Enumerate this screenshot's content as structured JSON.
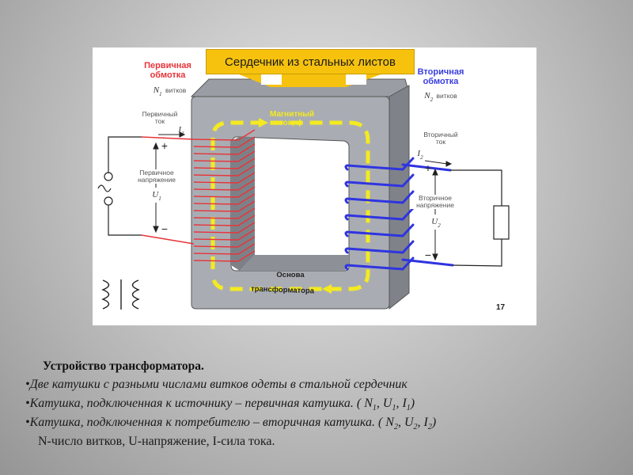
{
  "figure": {
    "callout": "Сердечник из стальных листов",
    "primary": {
      "title_line1": "Первичная",
      "title_line2": "обмотка",
      "turns_symbol": "N",
      "turns_sub": "1",
      "turns_word": "витков",
      "current_line1": "Первичный",
      "current_line2": "ток",
      "current_symbol": "I",
      "current_sub": "1",
      "voltage_line1": "Первичное",
      "voltage_line2": "напряжение",
      "voltage_symbol": "U",
      "voltage_sub": "1",
      "plus": "+",
      "minus": "−"
    },
    "secondary": {
      "title_line1": "Вторичная",
      "title_line2": "обмотка",
      "turns_symbol": "N",
      "turns_sub": "2",
      "turns_word": "витков",
      "current_line1": "Вторичный",
      "current_line2": "ток",
      "current_symbol": "I",
      "current_sub": "2",
      "voltage_line1": "Вторичное",
      "voltage_line2": "напряжение",
      "voltage_symbol": "U",
      "voltage_sub": "2",
      "plus": "+",
      "minus": "−"
    },
    "flux_line1": "Магнитный",
    "flux_line2": "поток, ф",
    "base_line1": "Основа",
    "base_line2": "трансформатора",
    "slide_number": "17",
    "colors": {
      "primary_winding": "#e8343a",
      "secondary_winding": "#2f34e0",
      "flux": "#f4ea20",
      "core": "#a9adb3",
      "callout": "#f6c20e"
    }
  },
  "text": {
    "heading": "Устройство трансформатора.",
    "bullet_char": "•",
    "bullet1": "Две катушки с разными числами витков одеты в стальной сердечник",
    "bullet2_text": "Катушка, подключенная к источнику – первичная катушка. ( ",
    "bullet2_params": [
      {
        "sym": "N",
        "sub": "1"
      },
      {
        "sym": "U",
        "sub": "1"
      },
      {
        "sym": "I",
        "sub": "1"
      }
    ],
    "bullet3_text": "Катушка, подключенная к потребителю – вторичная катушка. ( ",
    "bullet3_params": [
      {
        "sym": "N",
        "sub": "2"
      },
      {
        "sym": "U",
        "sub": "2"
      },
      {
        "sym": "I",
        "sub": "2"
      }
    ],
    "close_paren": ")",
    "legend_note": "N-число витков, U-напряжение,   I-сила тока."
  }
}
